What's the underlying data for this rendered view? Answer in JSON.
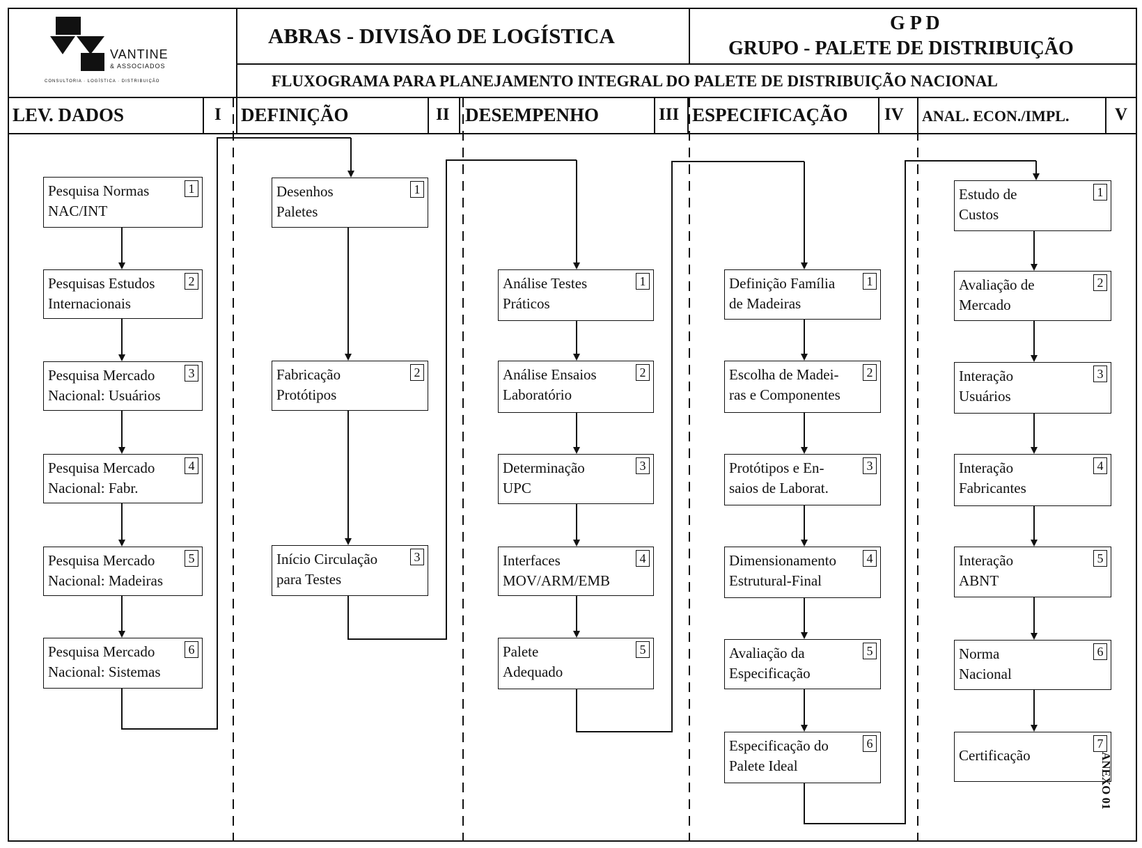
{
  "logo": {
    "name": "VANTINE",
    "sub": "& ASSOCIADOS",
    "tagline": "CONSULTORIA · LOGÍSTICA · DISTRIBUIÇÃO"
  },
  "header": {
    "title": "ABRAS - DIVISÃO DE LOGÍSTICA",
    "gpd": "G P D",
    "group": "GRUPO - PALETE DE DISTRIBUIÇÃO",
    "subtitle": "FLUXOGRAMA PARA PLANEJAMENTO INTEGRAL DO PALETE DE DISTRIBUIÇÃO NACIONAL"
  },
  "phases": [
    {
      "label": "LEV. DADOS",
      "roman": "I"
    },
    {
      "label": "DEFINIÇÃO",
      "roman": "II"
    },
    {
      "label": "DESEMPENHO",
      "roman": "III"
    },
    {
      "label": "ESPECIFICAÇÃO",
      "roman": "IV"
    },
    {
      "label": "ANAL. ECON./IMPL.",
      "roman": "V"
    }
  ],
  "columns": [
    {
      "steps": [
        {
          "text": "Pesquisa Normas\nNAC/INT",
          "num": "1"
        },
        {
          "text": "Pesquisas Estudos\nInternacionais",
          "num": "2"
        },
        {
          "text": "Pesquisa Mercado\nNacional: Usuários",
          "num": "3"
        },
        {
          "text": "Pesquisa Mercado\nNacional: Fabr.",
          "num": "4"
        },
        {
          "text": "Pesquisa Mercado\nNacional: Madeiras",
          "num": "5"
        },
        {
          "text": "Pesquisa Mercado\nNacional: Sistemas",
          "num": "6"
        }
      ]
    },
    {
      "steps": [
        {
          "text": "Desenhos\nPaletes",
          "num": "1"
        },
        {
          "text": "Fabricação\nProtótipos",
          "num": "2"
        },
        {
          "text": "Início Circulação\npara Testes",
          "num": "3"
        }
      ]
    },
    {
      "steps": [
        {
          "text": "Análise Testes\nPráticos",
          "num": "1"
        },
        {
          "text": "Análise Ensaios\nLaboratório",
          "num": "2"
        },
        {
          "text": "Determinação\nUPC",
          "num": "3"
        },
        {
          "text": "Interfaces\nMOV/ARM/EMB",
          "num": "4"
        },
        {
          "text": "Palete\nAdequado",
          "num": "5"
        }
      ]
    },
    {
      "steps": [
        {
          "text": "Definição Família\nde Madeiras",
          "num": "1"
        },
        {
          "text": "Escolha de Madei-\nras e Componentes",
          "num": "2"
        },
        {
          "text": "Protótipos e En-\nsaios de Laborat.",
          "num": "3"
        },
        {
          "text": "Dimensionamento\nEstrutural-Final",
          "num": "4"
        },
        {
          "text": "Avaliação da\nEspecificação",
          "num": "5"
        },
        {
          "text": "Especificação do\nPalete Ideal",
          "num": "6"
        }
      ]
    },
    {
      "steps": [
        {
          "text": "Estudo de\nCustos",
          "num": "1"
        },
        {
          "text": "Avaliação de\nMercado",
          "num": "2"
        },
        {
          "text": "Interação\nUsuários",
          "num": "3"
        },
        {
          "text": "Interação\nFabricantes",
          "num": "4"
        },
        {
          "text": "Interação\nABNT",
          "num": "5"
        },
        {
          "text": "Norma\nNacional",
          "num": "6"
        },
        {
          "text": "Certificação",
          "num": "7"
        }
      ]
    }
  ],
  "annex": "ANEXO 01"
}
